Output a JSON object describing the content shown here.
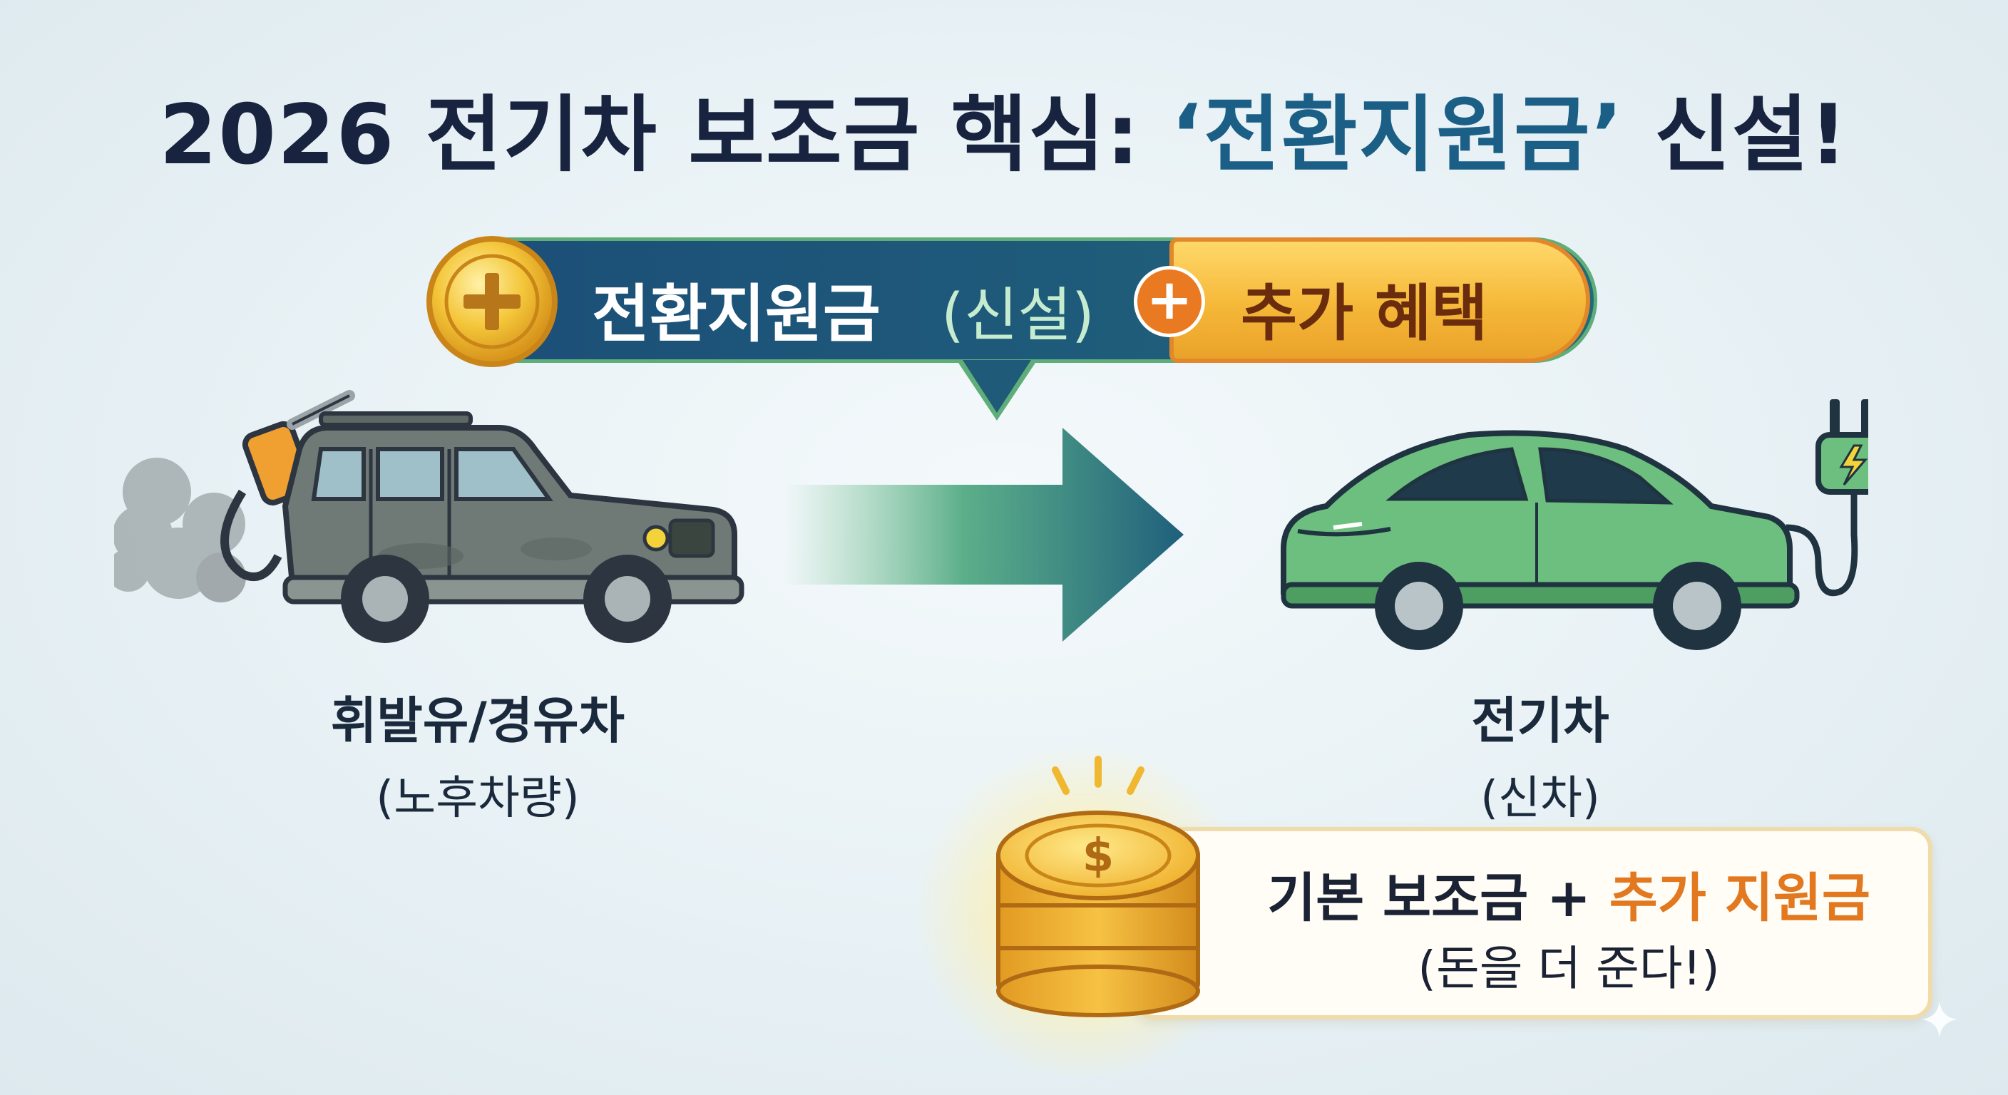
{
  "title": {
    "prefix": "2026 전기차 보조금 핵심: ",
    "highlight": "‘전환지원금’",
    "suffix": " 신설!"
  },
  "banner": {
    "label": "전환지원금",
    "sublabel": "(신설)",
    "extra_label": "추가 혜택"
  },
  "old_car": {
    "label": "휘발유/경유차",
    "sublabel": "(노후차량)"
  },
  "new_car": {
    "label": "전기차",
    "sublabel": "(신차)"
  },
  "info": {
    "part1": "기본 보조금 + ",
    "part2": "추가 지원금",
    "line2": "(돈을 더 준다!)"
  },
  "icons": {
    "plus_coin": "plus-coin-icon",
    "fuel_nozzle": "fuel-nozzle-icon",
    "ev_plug": "ev-plug-icon",
    "coin_stack": "dollar-coin-stack-icon",
    "arrow": "right-arrow-icon",
    "sparkle": "sparkle-icon"
  },
  "colors": {
    "title": "#17233f",
    "title_highlight": "#1b5f86",
    "banner_blue": "#1c4f78",
    "banner_green_edge": "#5fae7a",
    "gold": "#f5b838",
    "orange": "#e2781f",
    "old_car": "#707a76",
    "ev_car": "#6cbf7e"
  }
}
